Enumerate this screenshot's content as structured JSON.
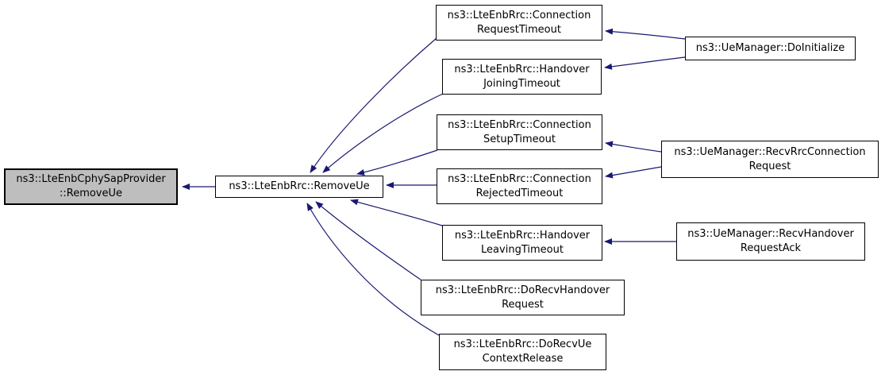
{
  "diagram": {
    "kind": "doxygen-caller-graph",
    "colors": {
      "edge": "#191970",
      "highlight_fill": "#bebebe",
      "node_fill": "#ffffff",
      "node_border": "#000000",
      "background": "#ffffff"
    },
    "nodes": {
      "focus": {
        "line1": "ns3::LteEnbCphySapProvider",
        "line2": "::RemoveUe"
      },
      "hub": {
        "line1": "ns3::LteEnbRrc::RemoveUe"
      },
      "conn_request_timeout": {
        "line1": "ns3::LteEnbRrc::Connection",
        "line2": "RequestTimeout"
      },
      "handover_joining_timeout": {
        "line1": "ns3::LteEnbRrc::Handover",
        "line2": "JoiningTimeout"
      },
      "conn_setup_timeout": {
        "line1": "ns3::LteEnbRrc::Connection",
        "line2": "SetupTimeout"
      },
      "conn_rejected_timeout": {
        "line1": "ns3::LteEnbRrc::Connection",
        "line2": "RejectedTimeout"
      },
      "handover_leaving_timeout": {
        "line1": "ns3::LteEnbRrc::Handover",
        "line2": "LeavingTimeout"
      },
      "do_recv_handover_request": {
        "line1": "ns3::LteEnbRrc::DoRecvHandover",
        "line2": "Request"
      },
      "do_recv_ue_context_release": {
        "line1": "ns3::LteEnbRrc::DoRecvUe",
        "line2": "ContextRelease"
      },
      "do_initialize": {
        "line1": "ns3::UeManager::DoInitialize"
      },
      "recv_rrc_connection_request": {
        "line1": "ns3::UeManager::RecvRrcConnection",
        "line2": "Request"
      },
      "recv_handover_request_ack": {
        "line1": "ns3::UeManager::RecvHandover",
        "line2": "RequestAck"
      }
    },
    "edges": [
      {
        "from": "hub",
        "to": "focus"
      },
      {
        "from": "conn_request_timeout",
        "to": "hub"
      },
      {
        "from": "handover_joining_timeout",
        "to": "hub"
      },
      {
        "from": "conn_setup_timeout",
        "to": "hub"
      },
      {
        "from": "conn_rejected_timeout",
        "to": "hub"
      },
      {
        "from": "handover_leaving_timeout",
        "to": "hub"
      },
      {
        "from": "do_recv_handover_request",
        "to": "hub"
      },
      {
        "from": "do_recv_ue_context_release",
        "to": "hub"
      },
      {
        "from": "do_initialize",
        "to": "conn_request_timeout"
      },
      {
        "from": "do_initialize",
        "to": "handover_joining_timeout"
      },
      {
        "from": "recv_rrc_connection_request",
        "to": "conn_setup_timeout"
      },
      {
        "from": "recv_rrc_connection_request",
        "to": "conn_rejected_timeout"
      },
      {
        "from": "recv_handover_request_ack",
        "to": "handover_leaving_timeout"
      }
    ]
  }
}
